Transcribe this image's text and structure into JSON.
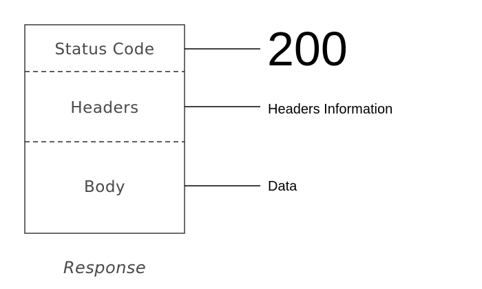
{
  "response": {
    "caption": "Response",
    "sections": [
      {
        "label": "Status Code",
        "annotation": "200"
      },
      {
        "label": "Headers",
        "annotation": "Headers Information"
      },
      {
        "label": "Body",
        "annotation": "Data"
      }
    ]
  }
}
